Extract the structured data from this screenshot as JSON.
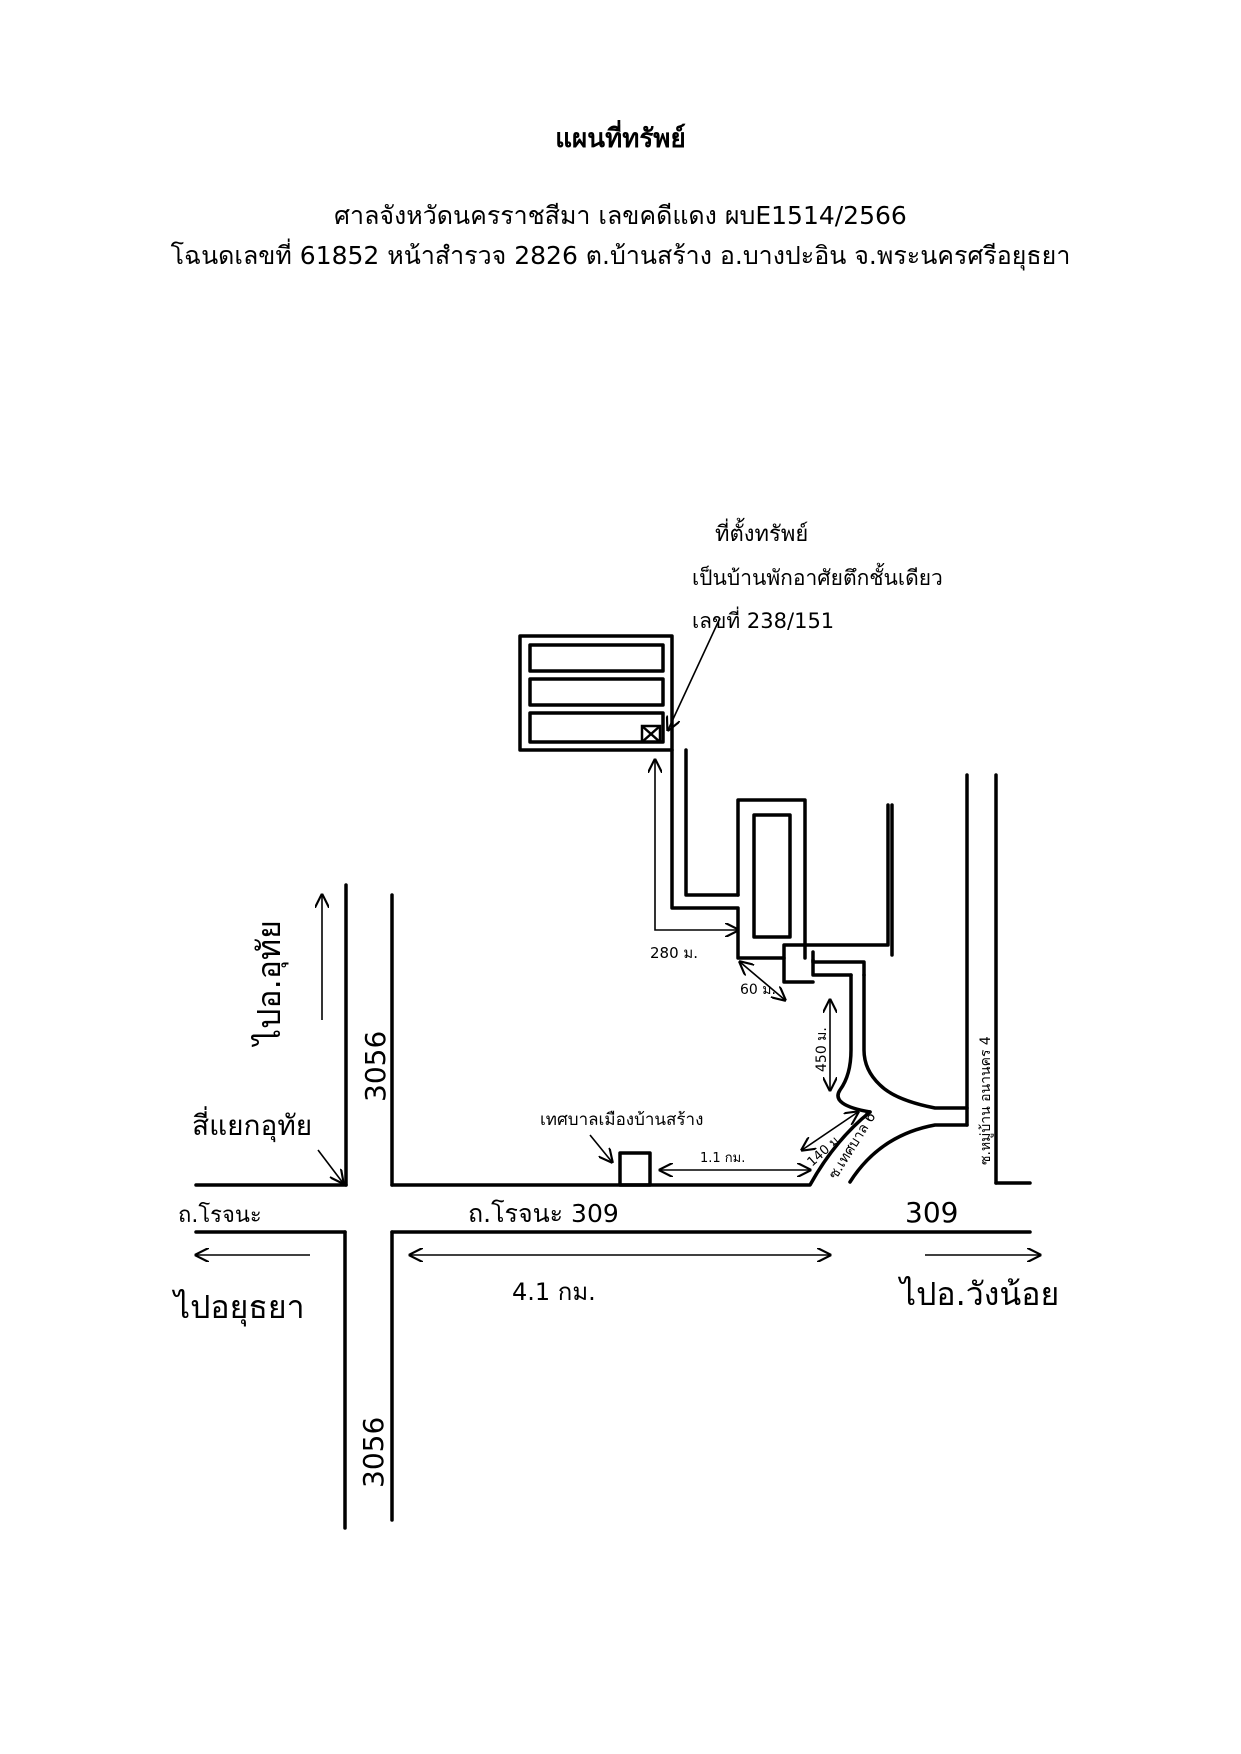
{
  "header": {
    "title": "แผนที่ทรัพย์",
    "court_line": "ศาลจังหวัดนครราชสีมา เลขคดีแดง ผบE1514/2566",
    "deed_line": "โฉนดเลขที่ 61852 หน้าสำรวจ 2826 ต.บ้านสร้าง อ.บางปะอิน จ.พระนครศรีอยุธยา"
  },
  "map": {
    "property_label": {
      "line1": "ที่ตั้งทรัพย์",
      "line2": "เป็นบ้านพักอาศัยตึกชั้นเดียว",
      "line3": "เลขที่ 238/151"
    },
    "road_labels": {
      "road_3056_north": "3056",
      "road_3056_south": "3056",
      "rojana_west": "ถ.โรจนะ",
      "rojana_309": "ถ.โรจนะ 309",
      "road_309_east": "309",
      "soi_thesaban6": "ซ.เทศบาล 6",
      "soi_moo_ban": "ซ.หมู่บ้าน อนานคร 4"
    },
    "direction_labels": {
      "to_uthai": "ไปอ.อุทัย",
      "to_ayutthaya": "ไปอยุธยา",
      "to_wang_noi": "ไปอ.วังน้อย",
      "junction": "สี่แยกอุทัย"
    },
    "landmarks": {
      "municipality": "เทศบาลเมืองบ้านสร้าง"
    },
    "distances": {
      "d_280": "280 ม.",
      "d_60": "60 ม.",
      "d_450": "450 ม.",
      "d_140": "140 ม.",
      "d_1_1": "1.1 กม.",
      "d_4_1": "4.1 กม."
    }
  }
}
